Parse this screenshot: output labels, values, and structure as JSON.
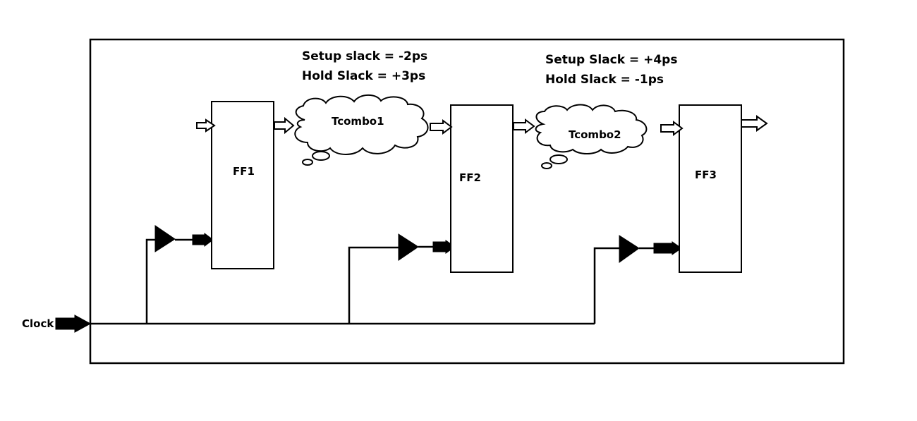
{
  "clock_label": "Clock",
  "flip_flops": [
    {
      "label": "FF1"
    },
    {
      "label": "FF2"
    },
    {
      "label": "FF3"
    }
  ],
  "combo_blocks": [
    {
      "label": "Tcombo1"
    },
    {
      "label": "Tcombo2"
    }
  ],
  "stage_slacks": [
    {
      "setup": "Setup slack = -2ps",
      "hold": "Hold Slack = +3ps"
    },
    {
      "setup": "Setup Slack = +4ps",
      "hold": "Hold Slack = -1ps"
    }
  ]
}
